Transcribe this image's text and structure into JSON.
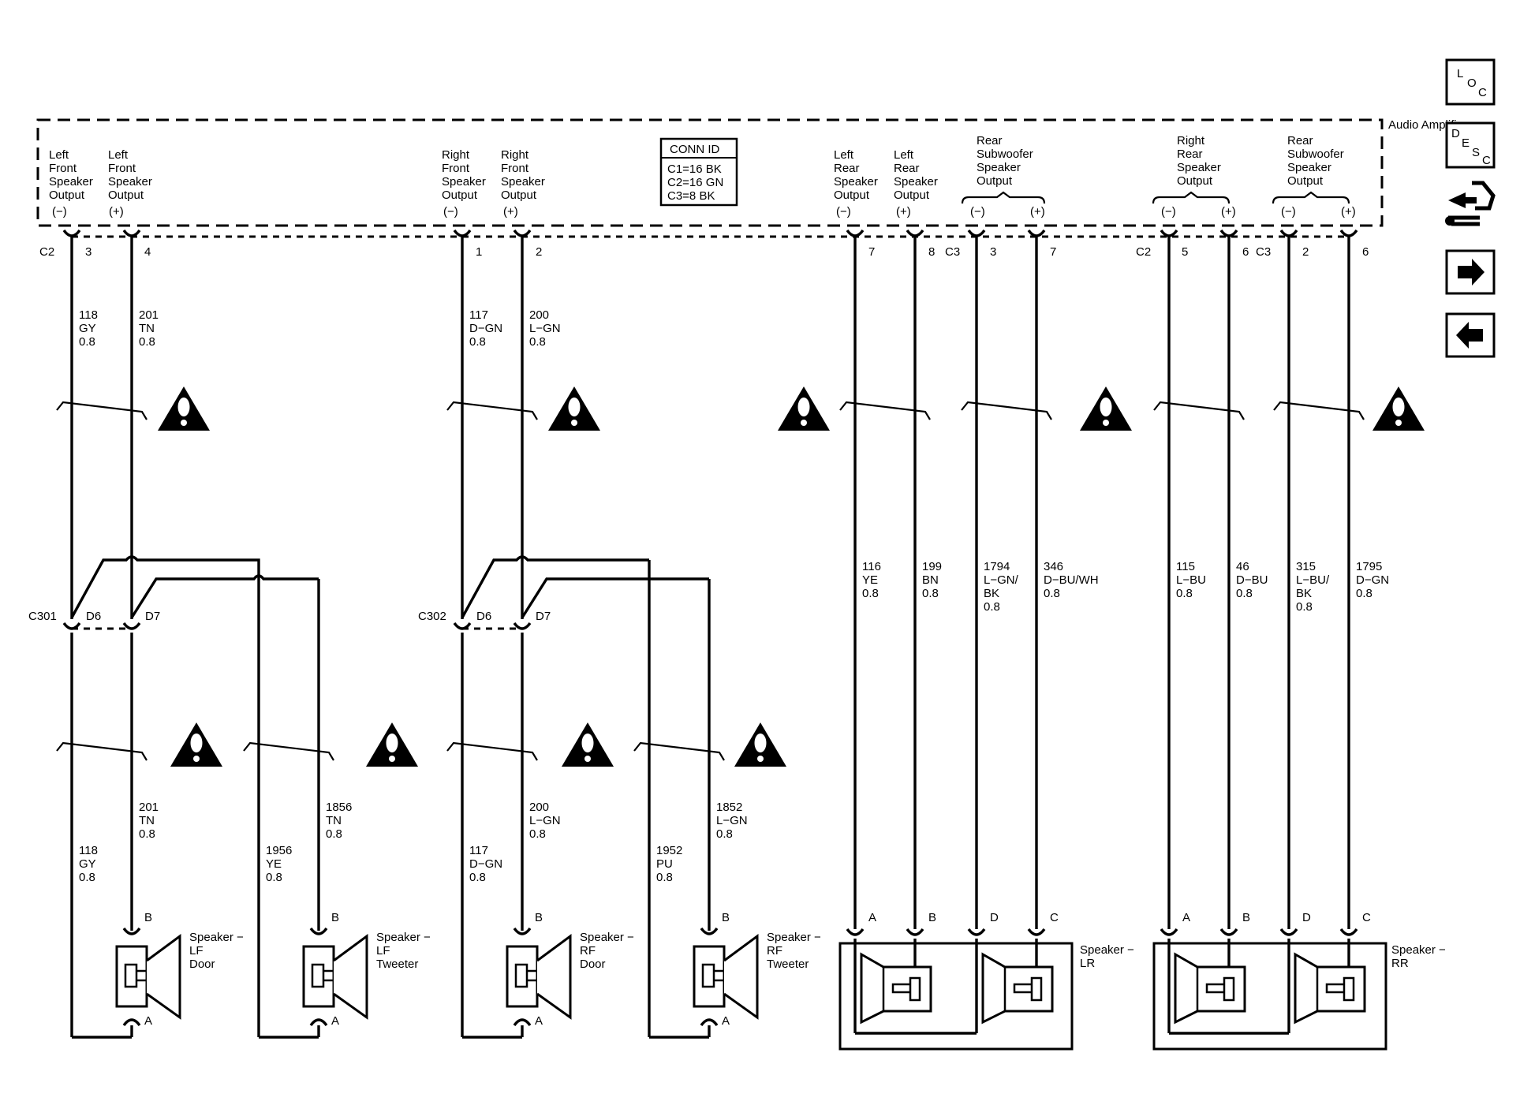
{
  "amplifier": {
    "title": "Audio Amplifier",
    "conn_id": {
      "title": "CONN ID",
      "lines": [
        "C1=16 BK",
        "C2=16 GN",
        "C3=8 BK"
      ]
    },
    "outputs": [
      {
        "lines": [
          "Left",
          "Front",
          "Speaker",
          "Output"
        ],
        "pol": "(−)"
      },
      {
        "lines": [
          "Left",
          "Front",
          "Speaker",
          "Output"
        ],
        "pol": "(+)"
      },
      {
        "lines": [
          "Right",
          "Front",
          "Speaker",
          "Output"
        ],
        "pol": "(−)"
      },
      {
        "lines": [
          "Right",
          "Front",
          "Speaker",
          "Output"
        ],
        "pol": "(+)"
      },
      {
        "lines": [
          "Left",
          "Rear",
          "Speaker",
          "Output"
        ],
        "pol": "(−)"
      },
      {
        "lines": [
          "Left",
          "Rear",
          "Speaker",
          "Output"
        ],
        "pol": "(+)"
      },
      {
        "lines": [
          "Rear",
          "Subwoofer",
          "Speaker",
          "Output"
        ],
        "pol": [
          "(−)",
          "(+)"
        ]
      },
      {
        "lines": [
          "Right",
          "Rear",
          "Speaker",
          "Output"
        ],
        "pol": [
          "(−)",
          "(+)"
        ]
      },
      {
        "lines": [
          "Rear",
          "Subwoofer",
          "Speaker",
          "Output"
        ],
        "pol": [
          "(−)",
          "(+)"
        ]
      }
    ]
  },
  "connectors": {
    "c2": "C2",
    "c3": "C3",
    "c301": "C301",
    "c302": "C302",
    "d6": "D6",
    "d7": "D7"
  },
  "pins": [
    "3",
    "4",
    "1",
    "2",
    "7",
    "8",
    "3",
    "7",
    "5",
    "6",
    "2",
    "6"
  ],
  "upper_wires": [
    [
      "118",
      "GY",
      "0.8"
    ],
    [
      "201",
      "TN",
      "0.8"
    ],
    [
      "117",
      "D−GN",
      "0.8"
    ],
    [
      "200",
      "L−GN",
      "0.8"
    ]
  ],
  "rear_wires": [
    [
      "116",
      "YE",
      "0.8"
    ],
    [
      "199",
      "BN",
      "0.8"
    ],
    [
      "1794",
      "L−GN/",
      "BK",
      "0.8"
    ],
    [
      "346",
      "D−BU/WH",
      "0.8"
    ],
    [
      "115",
      "L−BU",
      "0.8"
    ],
    [
      "46",
      "D−BU",
      "0.8"
    ],
    [
      "315",
      "L−BU/",
      "BK",
      "0.8"
    ],
    [
      "1795",
      "D−GN",
      "0.8"
    ]
  ],
  "lower_wires": [
    [
      "118",
      "GY",
      "0.8"
    ],
    [
      "201",
      "TN",
      "0.8"
    ],
    [
      "1956",
      "YE",
      "0.8"
    ],
    [
      "1856",
      "TN",
      "0.8"
    ],
    [
      "117",
      "D−GN",
      "0.8"
    ],
    [
      "200",
      "L−GN",
      "0.8"
    ],
    [
      "1952",
      "PU",
      "0.8"
    ],
    [
      "1852",
      "L−GN",
      "0.8"
    ]
  ],
  "speakers": {
    "lf_door": [
      "Speaker −",
      "LF",
      "Door"
    ],
    "lf_tweeter": [
      "Speaker −",
      "LF",
      "Tweeter"
    ],
    "rf_door": [
      "Speaker −",
      "RF",
      "Door"
    ],
    "rf_tweeter": [
      "Speaker −",
      "RF",
      "Tweeter"
    ],
    "lr": [
      "Speaker −",
      "LR"
    ],
    "rr": [
      "Speaker −",
      "RR"
    ]
  },
  "speaker_pins": {
    "front": [
      "B",
      "A"
    ],
    "rear": [
      "A",
      "B",
      "D",
      "C"
    ]
  },
  "nav_icons": [
    "loc-icon",
    "desc-icon",
    "connector-end-view-icon",
    "next-page-icon",
    "previous-page-icon"
  ],
  "nav_letters": {
    "loc": [
      "L",
      "O",
      "C"
    ],
    "desc": [
      "D",
      "E",
      "S",
      "C"
    ]
  }
}
